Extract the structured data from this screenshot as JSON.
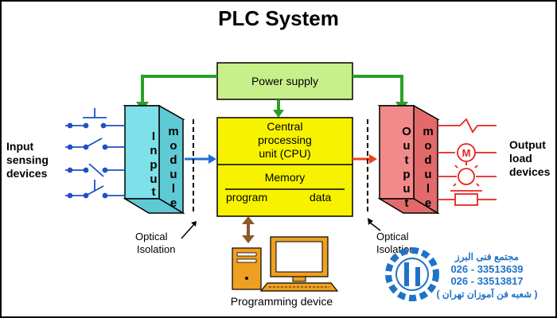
{
  "title": "PLC System",
  "power_supply": {
    "label": "Power supply",
    "color": "#c8f08a"
  },
  "input_module": {
    "letters": [
      "I",
      "n",
      "p",
      "u",
      "t"
    ],
    "module_letters": [
      "m",
      "o",
      "d",
      "u",
      "l",
      "e"
    ],
    "color": "#7ee0e8"
  },
  "output_module": {
    "letters": [
      "O",
      "u",
      "t",
      "p",
      "u",
      "t"
    ],
    "module_letters": [
      "m",
      "o",
      "d",
      "u",
      "l",
      "e"
    ],
    "color": "#f28a8a"
  },
  "cpu": {
    "line1": "Central",
    "line2": "processing",
    "line3": "unit (CPU)",
    "memory": "Memory",
    "program": "program",
    "data": "data",
    "color": "#f6f200"
  },
  "left_label": {
    "line1": "Input",
    "line2": "sensing",
    "line3": "devices"
  },
  "right_label": {
    "line1": "Output",
    "line2": "load",
    "line3": "devices"
  },
  "optical_left": {
    "line1": "Optical",
    "line2": "Isolation"
  },
  "optical_right": {
    "line1": "Optical",
    "line2": "Isolation"
  },
  "programming_device": "Programming device",
  "motor_symbol": "M",
  "watermark": {
    "name": "مجتمع فنی البرز",
    "phone1": "026 - 33513639",
    "phone2": "026 - 33513817",
    "branch": "( شعبه فن آموزان تهران )"
  }
}
